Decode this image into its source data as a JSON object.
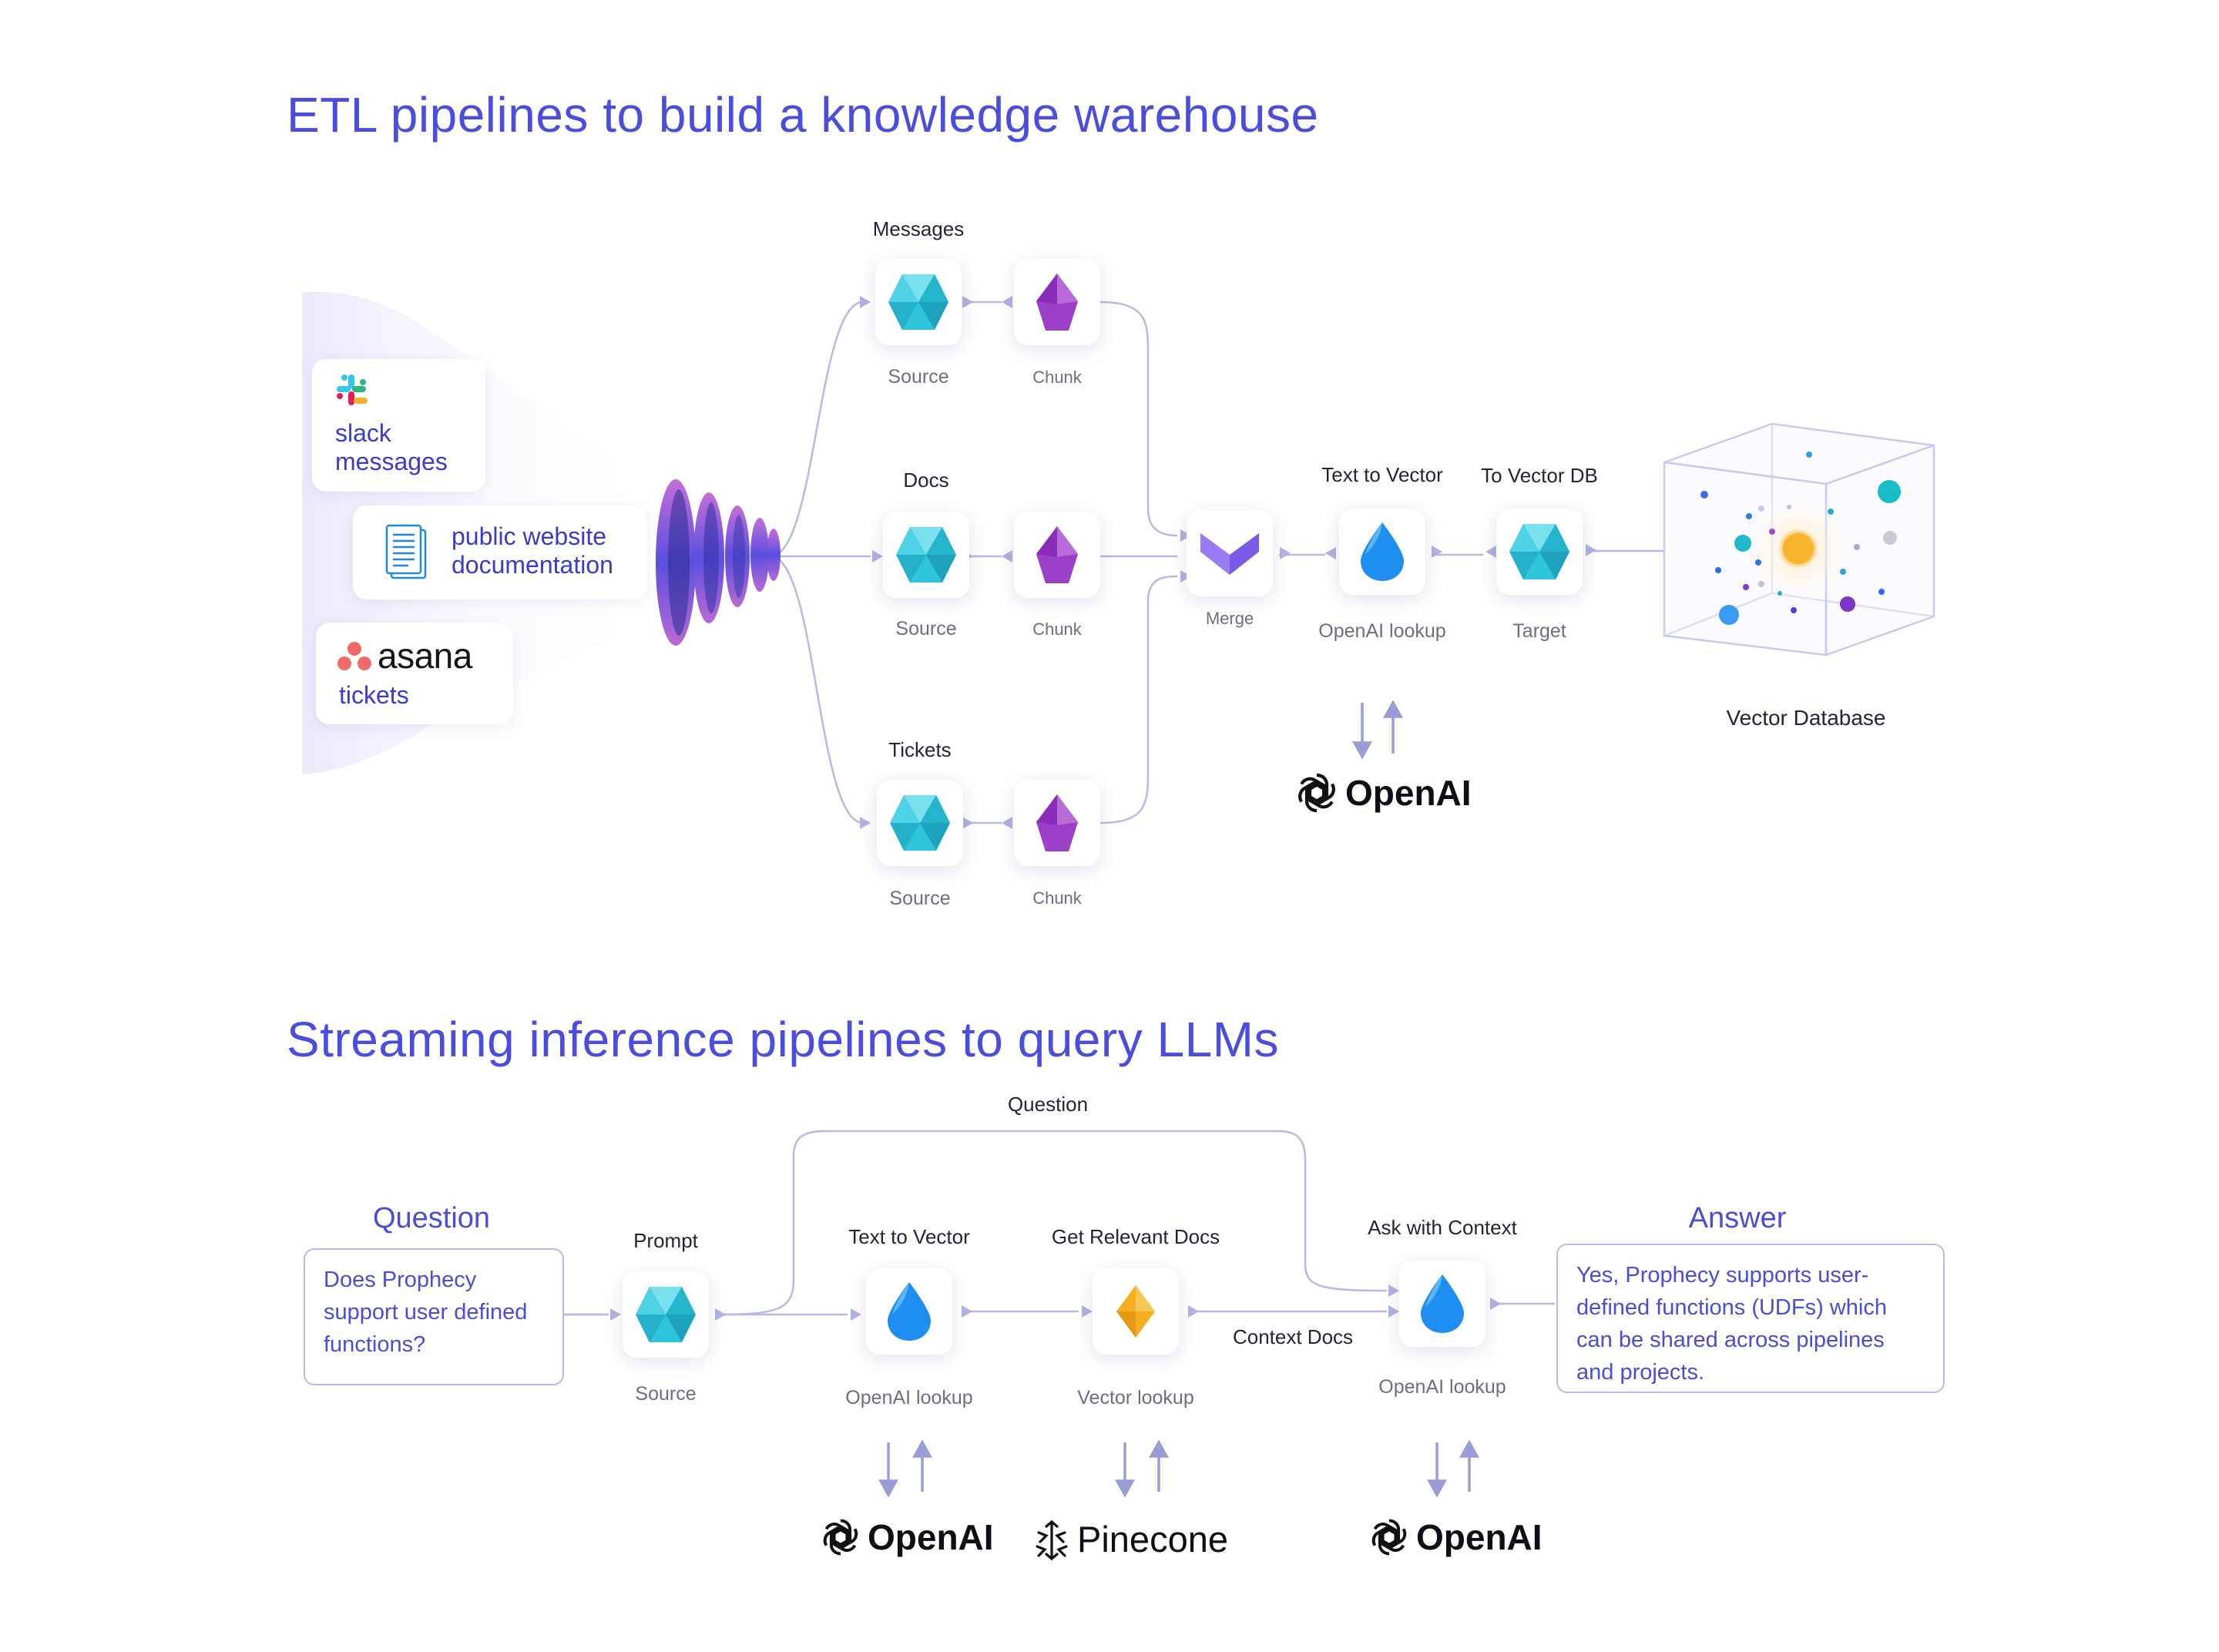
{
  "headings": {
    "etl": "ETL pipelines to build a knowledge warehouse",
    "streaming": "Streaming inference pipelines to query LLMs"
  },
  "sources": {
    "slack": "slack\nmessages",
    "slack_line1": "slack",
    "slack_line2": "messages",
    "docs_line1": "public website",
    "docs_line2": "documentation",
    "asana_brand": "asana",
    "asana_sub": "tickets"
  },
  "etl": {
    "rows": [
      {
        "title": "Messages",
        "source": "Source",
        "chunk": "Chunk"
      },
      {
        "title": "Docs",
        "source": "Source",
        "chunk": "Chunk"
      },
      {
        "title": "Tickets",
        "source": "Source",
        "chunk": "Chunk"
      }
    ],
    "merge": "Merge",
    "text_to_vector": {
      "title": "Text to Vector",
      "sub": "OpenAI lookup"
    },
    "to_vector_db": {
      "title": "To Vector DB",
      "sub": "Target"
    },
    "vector_database": "Vector Database",
    "openai_brand": "OpenAI"
  },
  "inference": {
    "question_title": "Question",
    "question_text": "Does Prophecy support user defined functions?",
    "prompt": {
      "title": "Prompt",
      "sub": "Source"
    },
    "question_link": "Question",
    "text_to_vector": {
      "title": "Text to Vector",
      "sub": "OpenAI lookup"
    },
    "relevant_docs": {
      "title": "Get Relevant Docs",
      "sub": "Vector lookup"
    },
    "context_docs": "Context Docs",
    "ask_context": {
      "title": "Ask with Context",
      "sub": "OpenAI lookup"
    },
    "answer_title": "Answer",
    "answer_text": "Yes, Prophecy supports user-defined functions (UDFs) which can be shared across pipelines and projects.",
    "brands": [
      "OpenAI",
      "Pinecone",
      "OpenAI"
    ]
  },
  "colors": {
    "accent": "#4a4de0",
    "connector": "#b4b6e4",
    "hexagon": "#2ec4dc",
    "gem": "#9b3fc8",
    "drop": "#1e8ff0",
    "diamond": "#f4b021"
  },
  "icons": [
    "slack-icon",
    "document-icon",
    "asana-icon",
    "funnel-icon",
    "hexagon-icon",
    "gem-icon",
    "merge-icon",
    "drop-icon",
    "diamond-icon",
    "cube-icon",
    "openai-icon",
    "pinecone-icon"
  ]
}
